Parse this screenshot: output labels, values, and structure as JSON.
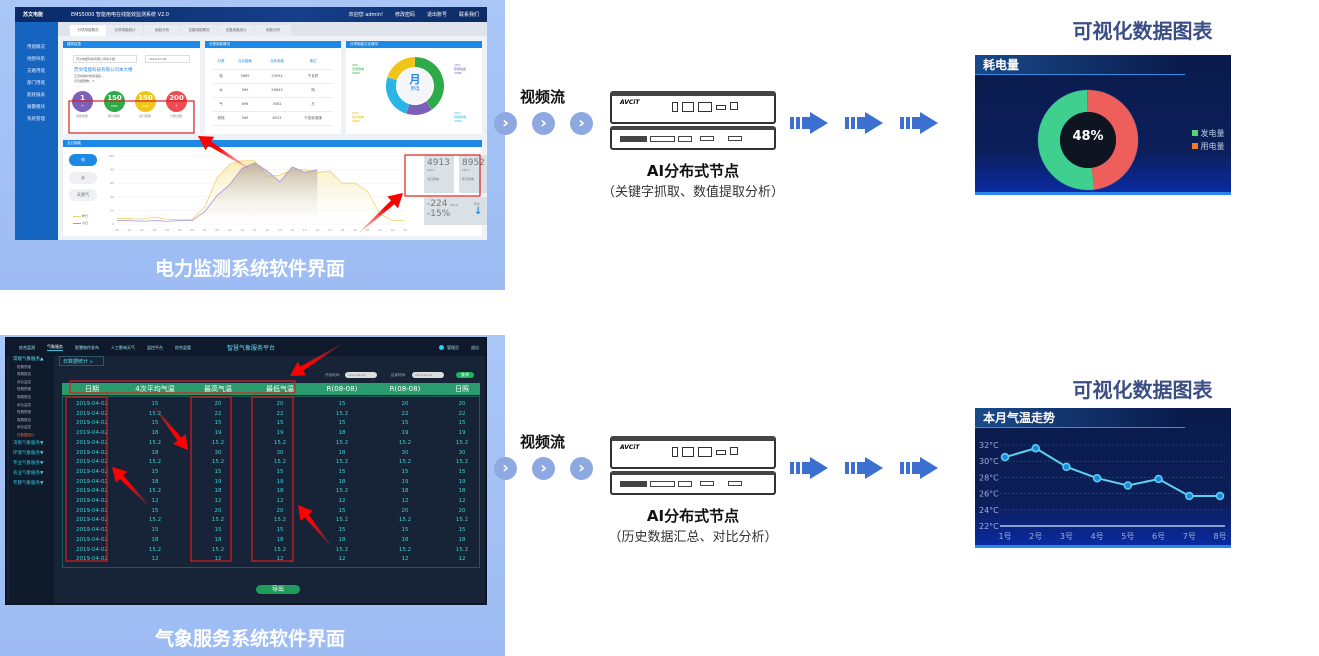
{
  "power_system": {
    "caption": "电力监测系统软件界面",
    "logo": "苏文电能",
    "title": "EMS5000 智能用电在线能效监测系统 V2.0",
    "header_links": [
      "欢迎您 admin!",
      "修改密码",
      "退出账号",
      "联系我们"
    ],
    "sidebar": [
      "用能概况",
      "地图导航",
      "支路用能",
      "部门用能",
      "能耗报表",
      "报警模块",
      "系统管理"
    ],
    "tabs": [
      "分项用能概况",
      "分项用能统计",
      "用能分析",
      "支路用能概况",
      "支路用能统计",
      "用能分析"
    ],
    "building_panel": {
      "title": "建筑信息",
      "select": "苏文电能科技有限公司本大楼",
      "date": "2016-07-26",
      "name": "苏文电能科技有限公司本大楼",
      "address": "江苏省常州市武进区...",
      "alarm": "今日报警数：3",
      "metrics": [
        {
          "value": "1",
          "unit": "个",
          "label": "当前告警",
          "color": "#7b5fb8"
        },
        {
          "value": "150",
          "unit": "kWh",
          "label": "累计能耗",
          "color": "#2eaa4a"
        },
        {
          "value": "150",
          "unit": "kVA",
          "label": "运行容量",
          "color": "#f0c419"
        },
        {
          "value": "200",
          "unit": "个",
          "label": "计量点数",
          "color": "#ef4b50"
        }
      ]
    },
    "category_panel": {
      "title": "分类用能情况",
      "headers": [
        "分类",
        "当月能耗",
        "当年用能",
        "单位"
      ],
      "rows": [
        [
          "电",
          "5869",
          "23594",
          "千瓦时"
        ],
        [
          "水",
          "569",
          "95843",
          "吨"
        ],
        [
          "气",
          "896",
          "3562",
          "方"
        ],
        [
          "其他",
          "569",
          "8523",
          "千克标准煤"
        ]
      ]
    },
    "ratio_panel": {
      "title": "分项用能占比情况",
      "center_big": "月",
      "center_small": "用电",
      "segments": [
        {
          "pct": "40%",
          "name": "空调用电",
          "value": "5869",
          "color": "#2eaa4a",
          "share": 40
        },
        {
          "pct": "15%",
          "name": "照明插座",
          "value": "2586",
          "color": "#7b5fb8",
          "share": 15
        },
        {
          "pct": "25%",
          "name": "特殊用电",
          "value": "3995",
          "color": "#29b6e6",
          "share": 25
        },
        {
          "pct": "20%",
          "name": "动力用电",
          "value": "2850",
          "color": "#f0c419",
          "share": 20
        }
      ]
    },
    "daily_panel": {
      "title": "当日用能",
      "buttons": [
        "电",
        "水",
        "天然气"
      ],
      "legend": [
        "昨日",
        "今日"
      ],
      "chart_data": {
        "type": "area",
        "x": [
          "00",
          "01",
          "02",
          "03",
          "04",
          "05",
          "06",
          "07",
          "08",
          "09",
          "10",
          "11",
          "12",
          "13",
          "14",
          "15",
          "16",
          "17",
          "18",
          "19",
          "20",
          "21",
          "22",
          "23"
        ],
        "ylim": [
          0,
          100
        ],
        "yticks": [
          "0",
          "20",
          "40",
          "60",
          "80",
          "100"
        ],
        "series": [
          {
            "name": "昨日",
            "color": "#f2d36b",
            "values": [
              8,
              8,
              7,
              10,
              7,
              6,
              7,
              25,
              68,
              88,
              93,
              93,
              70,
              72,
              80,
              80,
              76,
              78,
              60,
              60,
              48,
              15,
              5,
              5
            ]
          },
          {
            "name": "今日",
            "color": "#a497d8",
            "values": [
              5,
              5,
              4,
              5,
              4,
              5,
              5,
              18,
              42,
              58,
              82,
              90,
              78,
              62,
              84,
              76,
              80
            ]
          }
        ]
      },
      "stats": [
        {
          "value": "4913",
          "unit": "kW·h",
          "label": "当日用电"
        },
        {
          "value": "8952",
          "unit": "kW·h",
          "label": "昨日用电"
        }
      ],
      "change": {
        "value": "-224",
        "unit": "kW·h",
        "pct": "-15%",
        "label": "环比",
        "arrow": "↓"
      }
    }
  },
  "weather_system": {
    "caption": "气象服务系统软件界面",
    "title": "智慧气象服务平台",
    "nav": [
      "综合监测",
      "气象服务",
      "智慧制作发布",
      "人工影响天气",
      "监控平台",
      "综合监管"
    ],
    "user": "管理员",
    "exit": "退出",
    "sidebar": {
      "expanded": "常规气象服务▲",
      "subitems": [
        "短期预报",
        "周期报告",
        "综合监控",
        "短期预报",
        "周期报告",
        "综合监控",
        "短期预报",
        "周期报告",
        "综合监控"
      ],
      "active": "日数据统计",
      "groups": [
        "决策气象服务▼",
        "环境气象服务▼",
        "专业气象服务▼",
        "农业气象服务▼",
        "专题气象服务▼"
      ]
    },
    "tab": "日数据统计",
    "tab_close": "×",
    "filters": {
      "start_label": "开始时间:",
      "start": "2019-04-03",
      "end_label": "结束时间:",
      "end": "2019-04-01",
      "query": "查询"
    },
    "table": {
      "headers": [
        "日期",
        "4次平均气温",
        "最高气温",
        "最低气温",
        "R(08-08)",
        "R(08-08)",
        "日照"
      ],
      "rows": [
        [
          "2019-04-02",
          "15",
          "20",
          "20",
          "15",
          "20",
          "20"
        ],
        [
          "2019-04-02",
          "15.2",
          "22",
          "22",
          "15.2",
          "22",
          "22"
        ],
        [
          "2019-04-02",
          "15",
          "15",
          "15",
          "15",
          "15",
          "15"
        ],
        [
          "2019-04-02",
          "18",
          "19",
          "19",
          "18",
          "19",
          "19"
        ],
        [
          "2019-04-02",
          "15.2",
          "15.2",
          "15.2",
          "15.2",
          "15.2",
          "15.2"
        ],
        [
          "2019-04-02",
          "18",
          "30",
          "30",
          "18",
          "30",
          "30"
        ],
        [
          "2019-04-02",
          "15.2",
          "15.2",
          "15.2",
          "15.2",
          "15.2",
          "15.2"
        ],
        [
          "2019-04-02",
          "15",
          "15",
          "15",
          "15",
          "15",
          "15"
        ],
        [
          "2019-04-02",
          "18",
          "19",
          "19",
          "18",
          "19",
          "19"
        ],
        [
          "2019-04-02",
          "15.2",
          "18",
          "18",
          "15.2",
          "18",
          "18"
        ],
        [
          "2019-04-02",
          "12",
          "12",
          "12",
          "12",
          "12",
          "12"
        ],
        [
          "2019-04-02",
          "15",
          "20",
          "20",
          "15",
          "20",
          "20"
        ],
        [
          "2019-04-02",
          "15.2",
          "15.2",
          "15.2",
          "15.2",
          "15.2",
          "15.2"
        ],
        [
          "2019-04-02",
          "15",
          "15",
          "15",
          "15",
          "15",
          "15"
        ],
        [
          "2019-04-02",
          "18",
          "18",
          "18",
          "18",
          "18",
          "18"
        ],
        [
          "2019-04-02",
          "15.2",
          "15.2",
          "15.2",
          "15.2",
          "15.2",
          "15.2"
        ],
        [
          "2019-04-02",
          "12",
          "12",
          "12",
          "12",
          "12",
          "12"
        ]
      ]
    },
    "export": "导出"
  },
  "flow": [
    {
      "stream_label": "视频流",
      "device_brand": "AVCiT",
      "node": "AI分布式节点",
      "desc": "（关键字抓取、数值提取分析）"
    },
    {
      "stream_label": "视频流",
      "device_brand": "AVCiT",
      "node": "AI分布式节点",
      "desc": "（历史数据汇总、对比分析）"
    }
  ],
  "output": {
    "titles": [
      "可视化数据图表",
      "可视化数据图表"
    ],
    "donut": {
      "title": "耗电量",
      "center": "48%",
      "legend": [
        "发电量",
        "用电量"
      ],
      "chart_data": {
        "type": "pie",
        "labels": [
          "发电量",
          "用电量"
        ],
        "values": [
          52,
          48
        ],
        "colors": [
          "#3fcf8e",
          "#ee5f5b"
        ],
        "legend_colors": [
          "#4fd67a",
          "#f07a2a"
        ],
        "legend": "right"
      }
    },
    "temp": {
      "title": "本月气温走势",
      "chart_data": {
        "type": "line",
        "categories": [
          "1号",
          "2号",
          "3号",
          "4号",
          "5号",
          "6号",
          "7号",
          "8号"
        ],
        "values": [
          30.5,
          31.6,
          29.3,
          27.9,
          27.0,
          27.8,
          25.7,
          25.7
        ],
        "ylim": [
          22,
          32
        ],
        "yticks": [
          "22°C",
          "24°C",
          "26°C",
          "28°C",
          "30°C",
          "32°C"
        ],
        "grid": true
      }
    }
  }
}
